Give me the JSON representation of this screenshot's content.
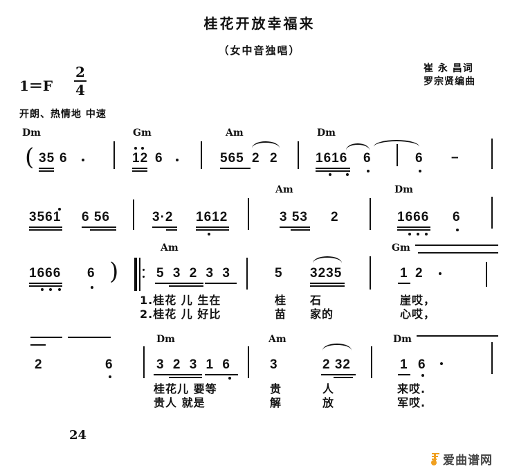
{
  "header": {
    "title": "桂花开放幸福来",
    "subtitle": "（女中音独唱）",
    "key": "1＝F",
    "time_signature": {
      "numerator": "2",
      "denominator": "4"
    },
    "lyricist": "崔 永 昌词",
    "composer": "罗宗贤编曲",
    "tempo_marking": "开朗、热情地   中速"
  },
  "score": {
    "line1": {
      "chords": [
        "Dm",
        "Gm",
        "Am",
        "Dm"
      ],
      "open_paren": "(",
      "measures": [
        "35 6 ·",
        "i2 6 ·",
        "565 2 2",
        "1616 6",
        "6 –"
      ]
    },
    "line2": {
      "chords": [
        "Am",
        "Dm"
      ],
      "measures": [
        "3561  6 56",
        "3·2  1612",
        "3 53  2",
        "1666  6"
      ]
    },
    "line3": {
      "chords": [
        "Am",
        "Gm"
      ],
      "measures": [
        "1666  6",
        "5 3 2 3 3",
        "5  3235",
        "1 2 ·"
      ],
      "close_paren": ")",
      "lyrics_verse1": [
        "1.桂花 儿 生在",
        "桂",
        "石",
        "崖哎，"
      ],
      "lyrics_verse2": [
        "2.桂花 儿 好比",
        "苗",
        "家的",
        "心哎，"
      ]
    },
    "line4": {
      "chords": [
        "Dm",
        "Am",
        "Dm"
      ],
      "measures": [
        "2  6",
        "3 2 3 1 6",
        "3  2 32",
        "1 6 ·"
      ],
      "lyrics_verse1": [
        "桂花儿 要等",
        "贵",
        "人",
        "来哎."
      ],
      "lyrics_verse2": [
        "贵人  就是",
        "解",
        "放",
        "军哎."
      ]
    },
    "notes": {
      "l1_m1a": "35",
      "l1_m1b": "6",
      "l1_m2a": "12",
      "l1_m2b": "6",
      "l1_m3a": "565",
      "l1_m3b": "2",
      "l1_m3c": "2",
      "l1_m4a": "1616",
      "l1_m4b": "6",
      "l1_m5a": "6",
      "l1_m5b": "–",
      "l2_m1a": "3561",
      "l2_m1b": "6 56",
      "l2_m2a": "3·2",
      "l2_m2b": "1612",
      "l2_m3a": "3 53",
      "l2_m3b": "2",
      "l2_m4a": "1666",
      "l2_m4b": "6",
      "l3_m1a": "1666",
      "l3_m1b": "6",
      "l3_m2a": "5 3 2 3 3",
      "l3_m3a": "5",
      "l3_m3b": "3235",
      "l3_m4a": "1",
      "l3_m4b": "2",
      "l4_m1a": "2",
      "l4_m1b": "6",
      "l4_m2a": "3 2 3 1 6",
      "l4_m3a": "3",
      "l4_m3b": "2 32",
      "l4_m4a": "1",
      "l4_m4b": "6"
    }
  },
  "footer": {
    "page_number": "24",
    "watermark": "爱曲谱网",
    "watermark_color": "#f0a020"
  }
}
